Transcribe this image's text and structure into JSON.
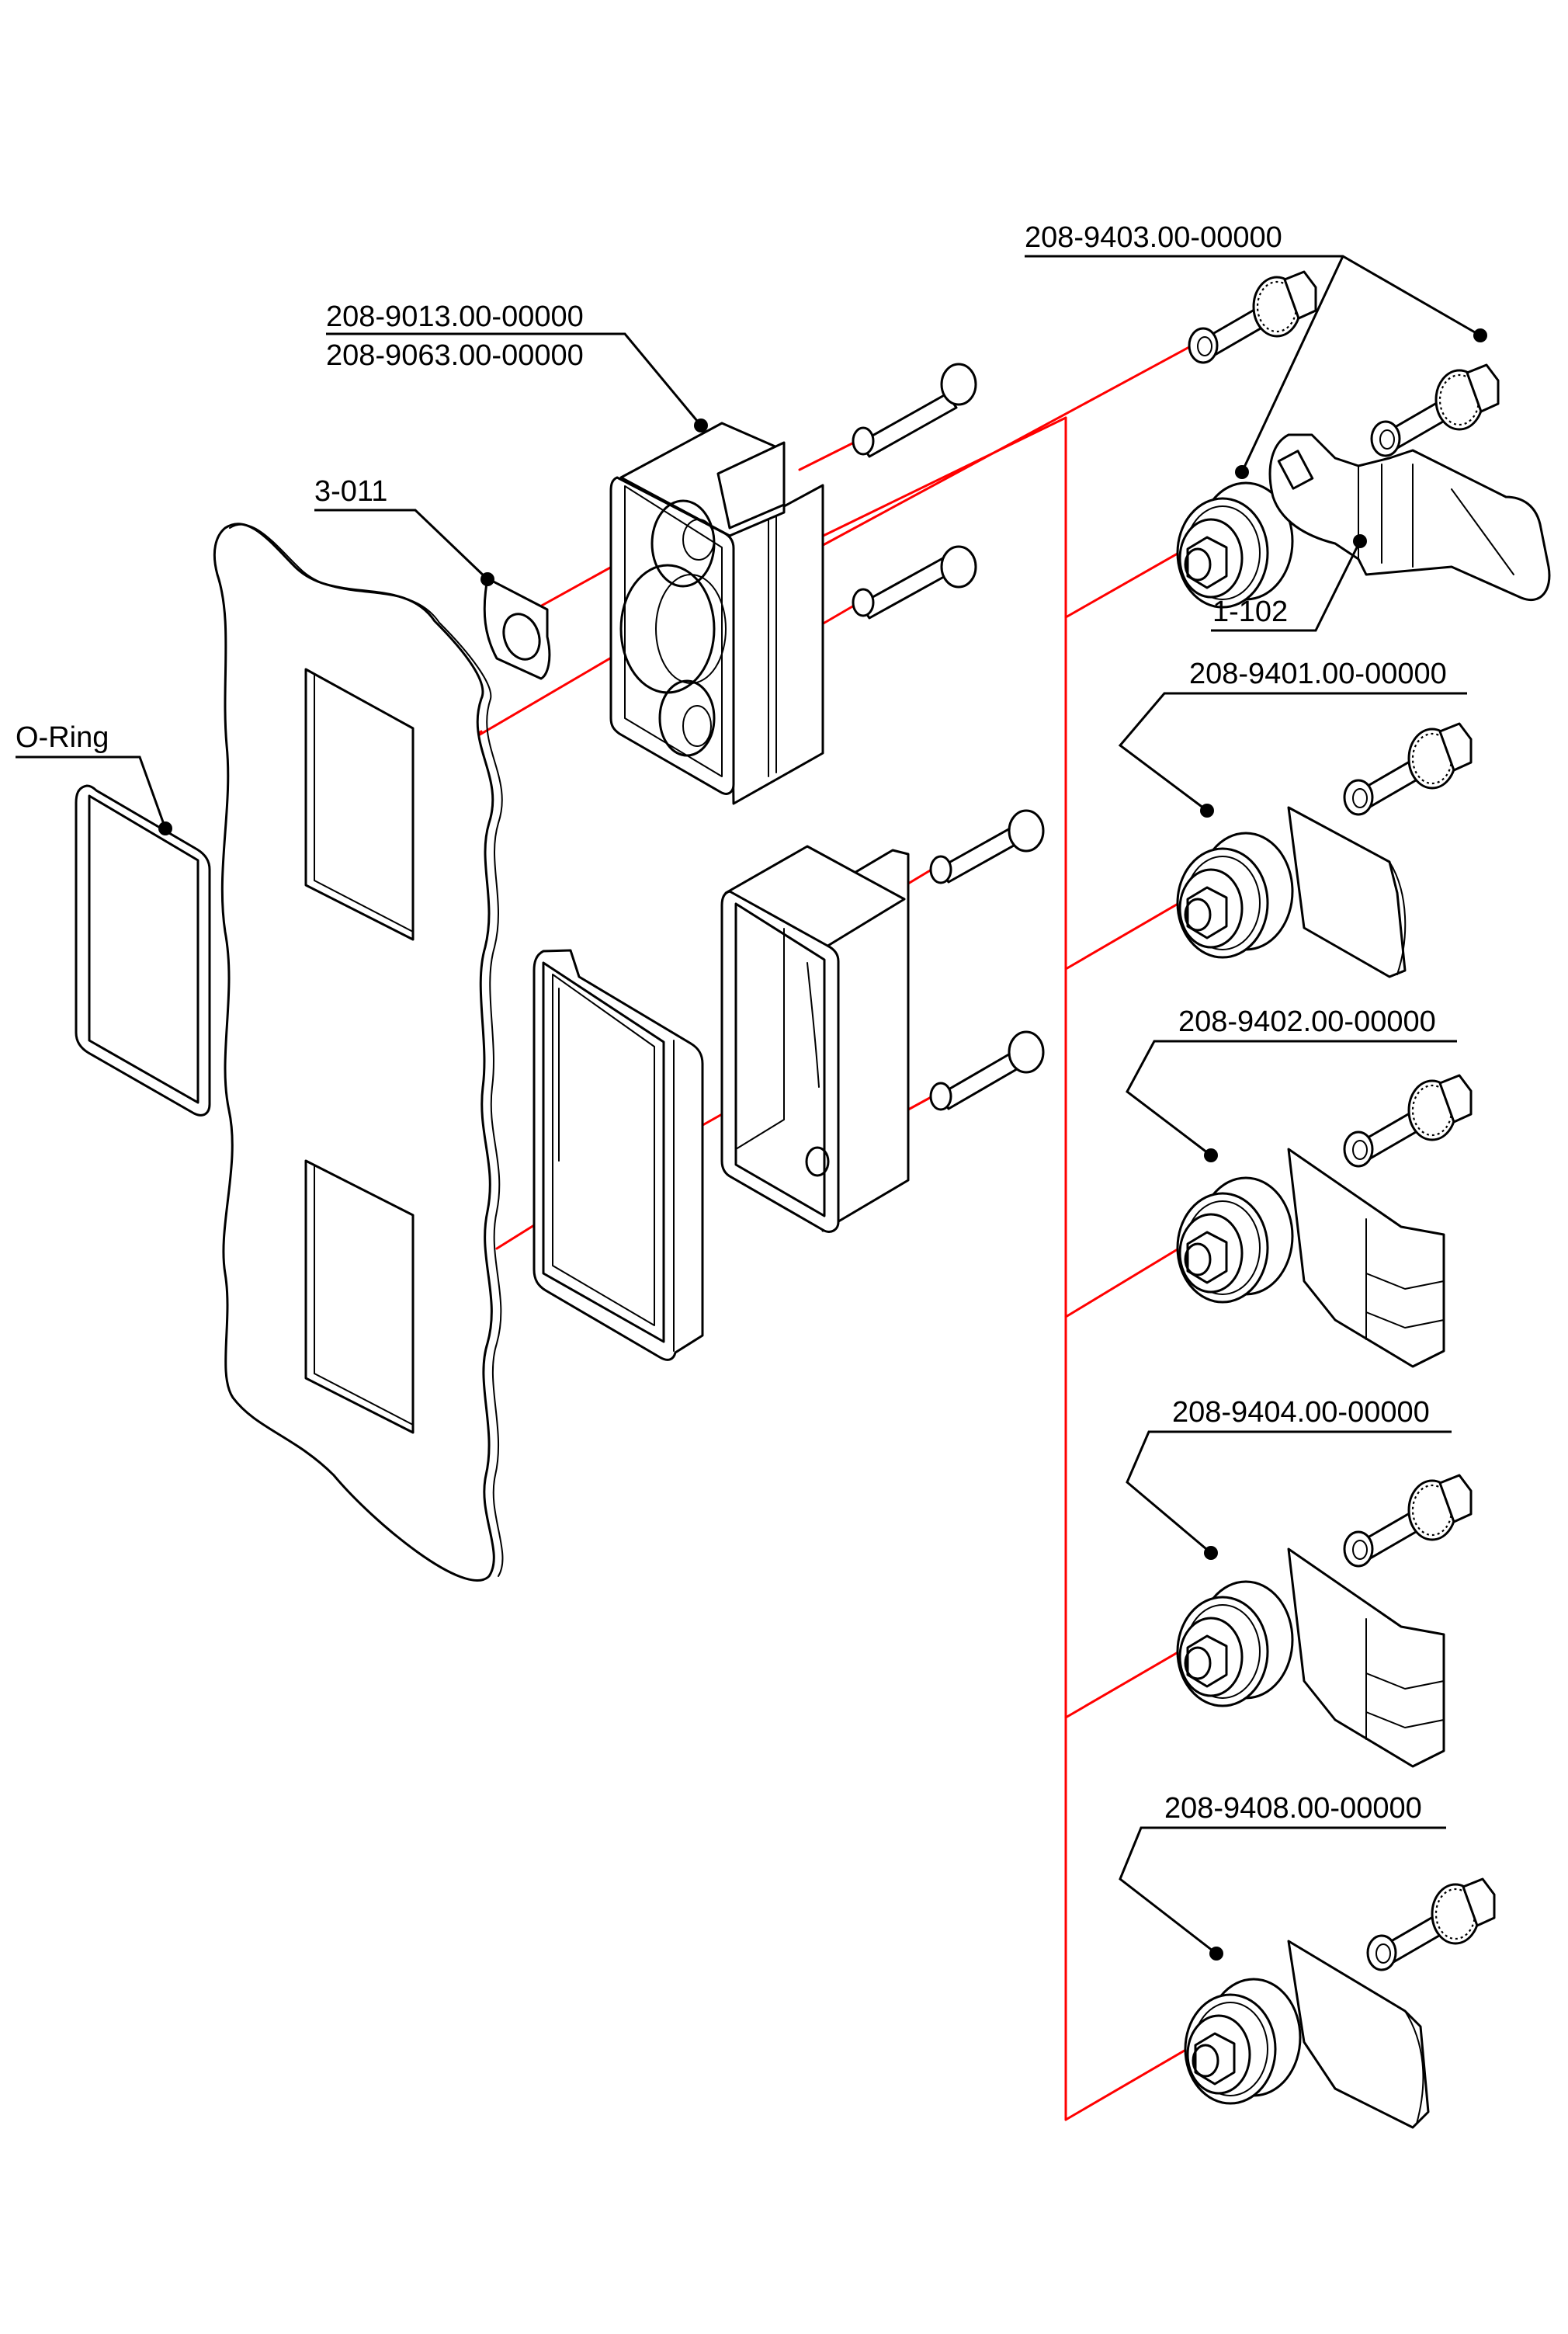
{
  "diagram": {
    "type": "exploded-assembly-view",
    "accent_color": "#ff0000",
    "line_color": "#000000",
    "background": "#ffffff"
  },
  "labels": {
    "housing_a": "208-9013.00-00000",
    "housing_b": "208-9063.00-00000",
    "retainer": "3-011",
    "o_ring": "O-Ring",
    "cam_9403": "208-9403.00-00000",
    "cam_arm": "1-102",
    "cam_9401": "208-9401.00-00000",
    "cam_9402": "208-9402.00-00000",
    "cam_9404": "208-9404.00-00000",
    "cam_9408": "208-9408.00-00000"
  },
  "parts": [
    {
      "id": "o-ring",
      "label": "O-Ring"
    },
    {
      "id": "panel",
      "label": ""
    },
    {
      "id": "retainer-clip",
      "label": "3-011"
    },
    {
      "id": "housing",
      "label": "208-9013.00-00000 / 208-9063.00-00000"
    },
    {
      "id": "bezel-frame",
      "label": ""
    },
    {
      "id": "rear-cup",
      "label": ""
    },
    {
      "id": "screws",
      "label": ""
    },
    {
      "id": "cam-lock-9403",
      "label": "208-9403.00-00000"
    },
    {
      "id": "cam-arm-1-102",
      "label": "1-102"
    },
    {
      "id": "cam-lock-9401",
      "label": "208-9401.00-00000"
    },
    {
      "id": "cam-lock-9402",
      "label": "208-9402.00-00000"
    },
    {
      "id": "cam-lock-9404",
      "label": "208-9404.00-00000"
    },
    {
      "id": "cam-lock-9408",
      "label": "208-9408.00-00000"
    }
  ]
}
